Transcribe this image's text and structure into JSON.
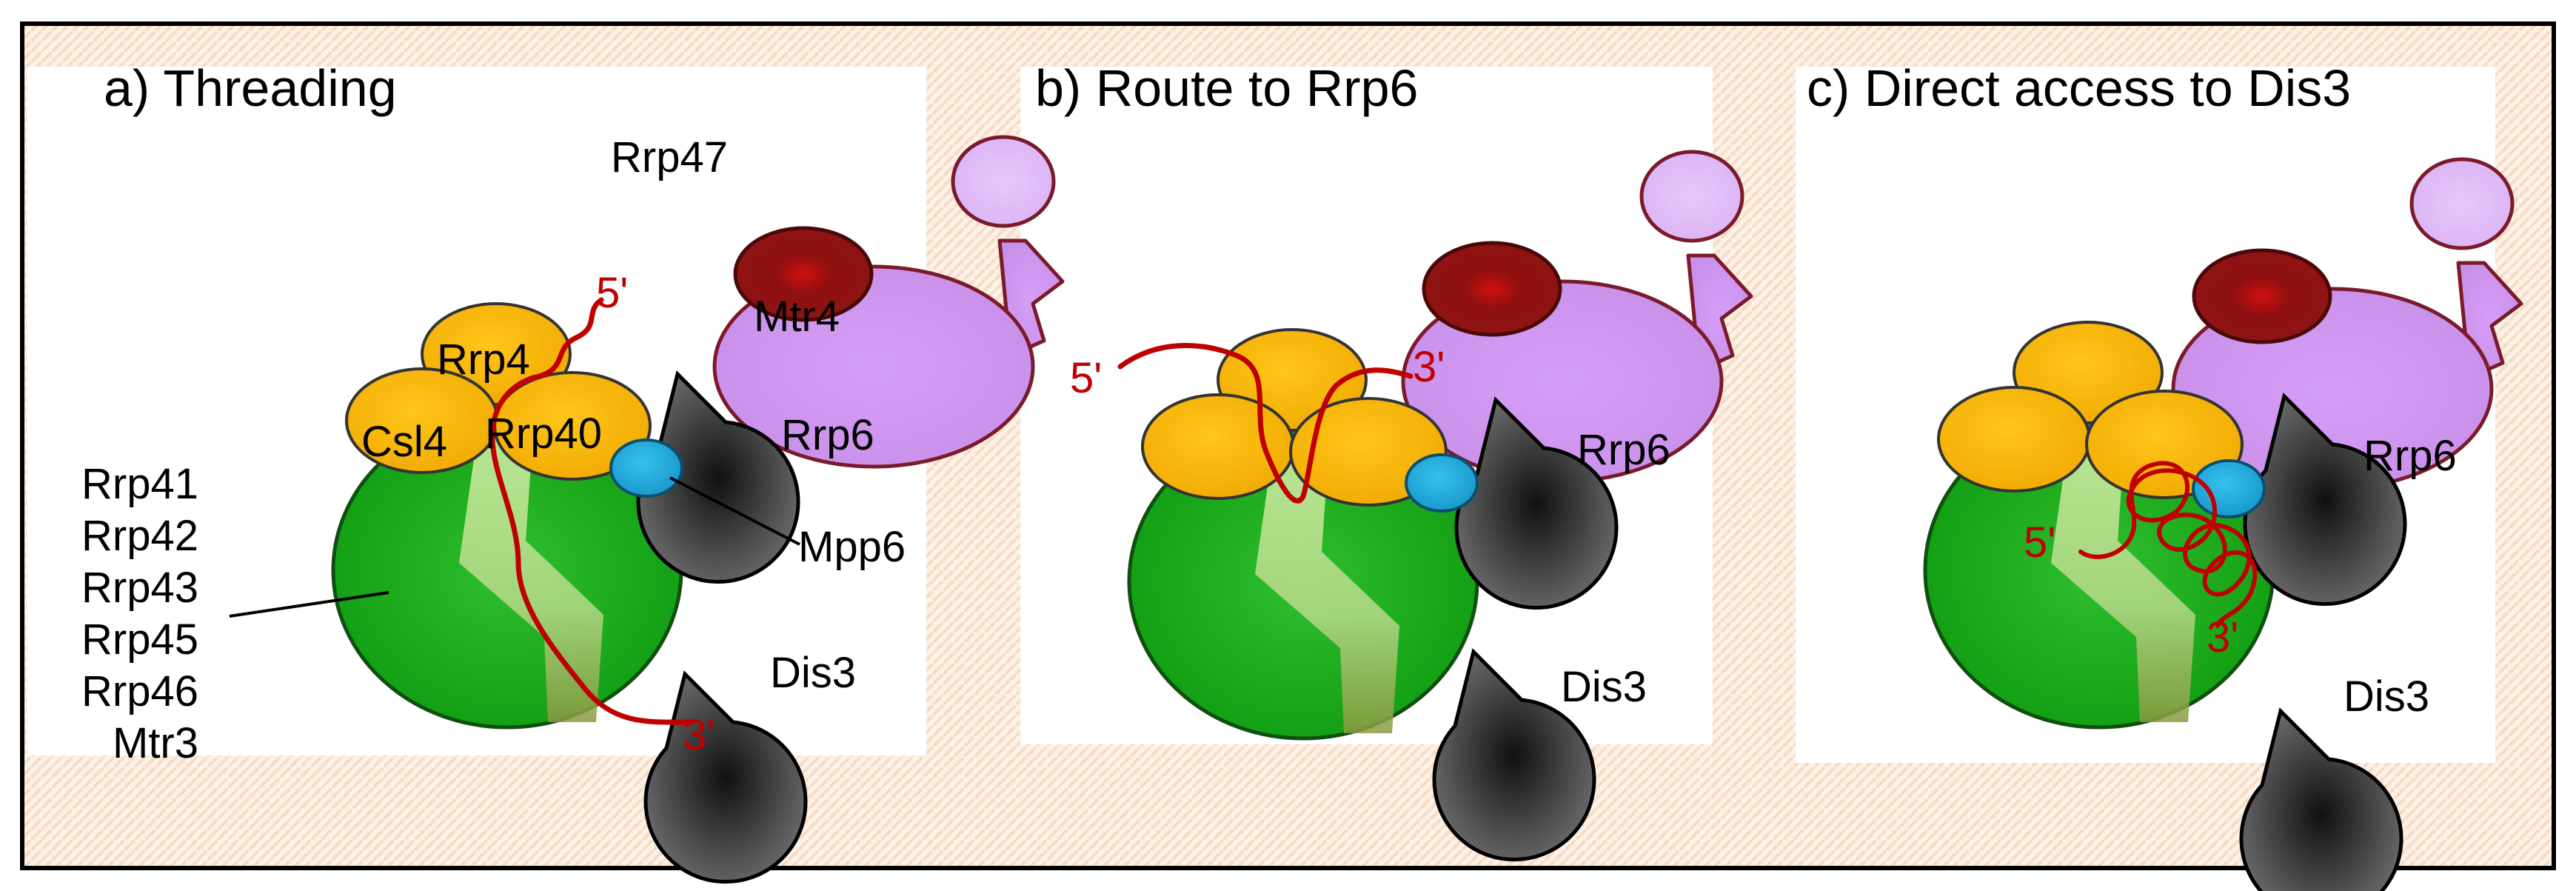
{
  "colors": {
    "frame_background": "#fdeee2",
    "panel_background": "#ffffff",
    "core_green": "#1ea81e",
    "cap_yellow": "#f5b400",
    "mtr4_purple": "#cc99ee",
    "rrp47_red": "#8b1010",
    "rrp6_gray": "#333333",
    "mpp6_blue": "#1ba3d6",
    "rna_red": "#c00000"
  },
  "panels": [
    {
      "title": "a) Threading",
      "labels": {
        "csl4": "Csl4",
        "rrp4": "Rrp4",
        "rrp40": "Rrp40",
        "rrp47": "Rrp47",
        "mtr4": "Mtr4",
        "rrp6": "Rrp6",
        "mpp6": "Mpp6",
        "dis3": "Dis3",
        "rna_5": "5'",
        "rna_3": "3'"
      },
      "core_subunits": [
        "Rrp41",
        "Rrp42",
        "Rrp43",
        "Rrp45",
        "Rrp46",
        "Mtr3"
      ]
    },
    {
      "title": "b) Route to Rrp6",
      "labels": {
        "rrp6": "Rrp6",
        "dis3": "Dis3",
        "rna_5": "5'",
        "rna_3": "3'"
      }
    },
    {
      "title": "c) Direct access to Dis3",
      "labels": {
        "rrp6": "Rrp6",
        "dis3": "Dis3",
        "rna_5": "5'",
        "rna_3": "3'"
      }
    }
  ]
}
